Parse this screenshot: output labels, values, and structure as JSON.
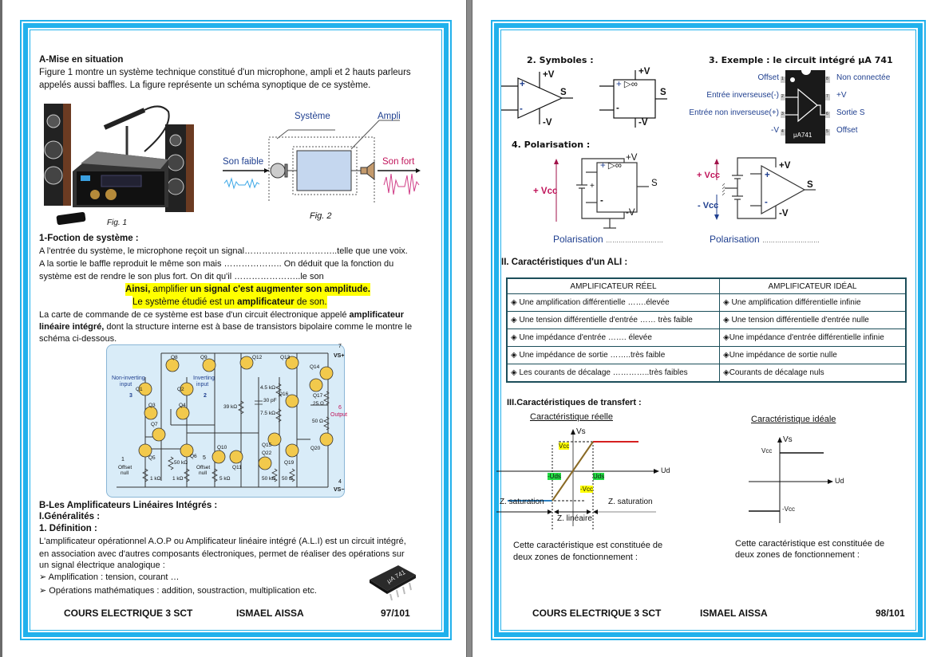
{
  "pages": [
    {
      "section_a": {
        "title": "A-Mise en situation",
        "para1_line1": "Figure 1 montre un système technique constitué d'un microphone, ampli et 2 hauts parleurs",
        "para1_line2": "appelés aussi baffles. La figure représente un schéma synoptique de ce système."
      },
      "fig1": {
        "caption": "Fig. 1"
      },
      "fig2": {
        "caption": "Fig. 2",
        "label_systeme": "Système",
        "label_ampli": "Ampli",
        "label_in": "Son faible",
        "label_out": "Son fort"
      },
      "section_1": {
        "title": "1-Foction de système :",
        "line1": "A l'entrée du système, le microphone reçoit un signal…………………………..telle que une voix.",
        "line2": "A la sortie le baffle reproduit le même son mais ……………….. On déduit que la fonction du",
        "line3": "système est de rendre le son plus fort. On dit qu'il …………………..le son",
        "hl1_a": "Ainsi,",
        "hl1_b": " amplifier ",
        "hl1_c": "un signal c'est augmenter son amplitude.",
        "hl2_a": "Le système étudié est un ",
        "hl2_b": "amplificateur",
        "hl2_c": " de son.",
        "para2_line1_a": "La carte de commande de ce système est base d'un circuit électronique appelé ",
        "para2_line1_b": "amplificateur",
        "para2_line2_a": "linéaire intégré,",
        "para2_line2_b": " dont la structure interne est à base de transistors bipolaire comme le montre le",
        "para2_line3": "schéma ci-dessous."
      },
      "circuit": {
        "labels": {
          "non_inverting": "Non-inverting",
          "input": "input",
          "inverting": "Inverting",
          "pin1": "1",
          "pin2": "2",
          "pin3": "3",
          "pin4": "4",
          "pin5": "5",
          "pin6": "6",
          "pin7": "7",
          "offset_null": "Offset",
          "null": "null",
          "output": "Output",
          "vs_plus": "VS+",
          "vs_minus": "VS−"
        },
        "transistors": [
          "Q1",
          "Q2",
          "Q3",
          "Q4",
          "Q5",
          "Q6",
          "Q7",
          "Q8",
          "Q9",
          "Q10",
          "Q11",
          "Q12",
          "Q13",
          "Q14",
          "Q15",
          "Q16",
          "Q17",
          "Q19",
          "Q20",
          "Q22"
        ],
        "components": {
          "r_4k5": "4.5 kΩ",
          "c_30p": "30 pF",
          "r_7k5": "7.5 kΩ",
          "r_39k": "39 kΩ",
          "r_50k_a": "50 kΩ",
          "r_1k_a": "1 kΩ",
          "r_1k_b": "1 kΩ",
          "r_5k": "5 kΩ",
          "r_50k_b": "50 kΩ",
          "r_50_a": "50 Ω",
          "r_25": "25 Ω",
          "r_50_b": "50 Ω"
        }
      },
      "section_b": {
        "title": "B-Les Amplificateurs Linéaires Intégrés :",
        "sub1": "I.Généralités :",
        "sub2": "1. Définition :",
        "line1": "L'amplificateur opérationnel A.O.P ou Amplificateur linéaire intégré (A.L.I) est un circuit intégré,",
        "line2": "en association avec d'autres composants électroniques, permet de réaliser des opérations sur",
        "line3": "un signal électrique analogique :",
        "bullets": [
          "Amplification : tension, courant …",
          "Opérations mathématiques : addition, soustraction, multiplication etc."
        ],
        "chip_label": "μA 741"
      },
      "footer": {
        "course": "COURS ELECTRIQUE 3 SCT",
        "author": "ISMAEL AISSA",
        "page": "97/101"
      }
    },
    {
      "symboles": {
        "title": "2. Symboles :",
        "plus_v": "+V",
        "minus_v": "-V",
        "s": "S",
        "plus": "+",
        "minus": "-",
        "inf": "▷∞"
      },
      "exemple": {
        "title": "3. Exemple : le circuit intégré μA 741",
        "chip_name": "μA741",
        "pins_left": [
          {
            "num": "1",
            "label": "Offset"
          },
          {
            "num": "2",
            "label": "Entrée inverseuse(-)"
          },
          {
            "num": "3",
            "label": "Entrée non inverseuse(+)"
          },
          {
            "num": "4",
            "label": "-V"
          }
        ],
        "pins_right": [
          {
            "num": "8",
            "label": "Non connectée"
          },
          {
            "num": "7",
            "label": "+V"
          },
          {
            "num": "6",
            "label": "Sortie S"
          },
          {
            "num": "5",
            "label": "Offset"
          }
        ]
      },
      "polarisation": {
        "title": "4. Polarisation :",
        "vcc_plus": "+ Vcc",
        "vcc_minus": "- Vcc",
        "caption": "Polarisation",
        "blank": "………………………"
      },
      "caracteristiques": {
        "title": "II.  Caractéristiques d'un ALI :",
        "headers": [
          "AMPLIFICATEUR RÉEL",
          "AMPLIFICATEUR IDÉAL"
        ],
        "rows": [
          [
            "◈ Une amplification différentielle …….élevée",
            "◈ Une amplification différentielle infinie"
          ],
          [
            "◈ Une tension différentielle d'entrée …… très faible",
            "◈ Une tension différentielle d'entrée nulle"
          ],
          [
            "◈ Une impédance d'entrée ……. élevée",
            "◈Une impédance d'entrée différentielle infinie"
          ],
          [
            "◈ Une impédance de sortie ……..très faible",
            "◈Une impédance de sortie nulle"
          ],
          [
            "◈ Les courants de décalage …………..très faibles",
            "◈Courants de décalage nuls"
          ]
        ]
      },
      "transfert": {
        "title": "III.Caractéristiques de transfert :",
        "reelle": {
          "subtitle": "Caractéristique réelle",
          "vs": "Vs",
          "ud": "Ud",
          "vcc": "Vcc",
          "mvcc": "-Vcc",
          "uds": "Uds",
          "muds": "-Uds",
          "zsat": "Z. saturation",
          "zlin": "Z. linéaire",
          "desc_l1": "Cette caractéristique est constituée de",
          "desc_l2": "deux zones de fonctionnement :"
        },
        "ideale": {
          "subtitle": "Caractéristique idéale",
          "vs": "Vs",
          "ud": "Ud",
          "vcc": "Vcc",
          "mvcc": "-Vcc",
          "desc_l1": "Cette caractéristique est constituée de",
          "desc_l2": "deux zones de fonctionnement :"
        }
      },
      "footer": {
        "course": "COURS ELECTRIQUE 3 SCT",
        "author": "ISMAEL AISSA",
        "page": "98/101"
      }
    }
  ],
  "colors": {
    "border": "#21b1ec",
    "highlight": "#ffff00",
    "label_blue": "#1f3f8f",
    "label_magenta": "#c0145a",
    "table_border": "#1c4e5a"
  }
}
